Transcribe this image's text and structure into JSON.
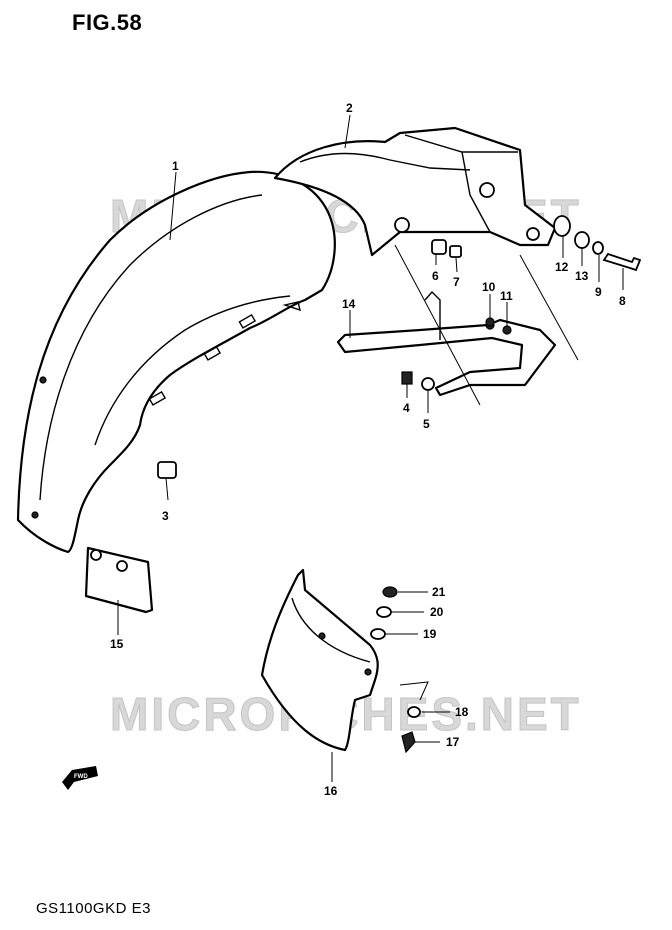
{
  "figure": {
    "title": "FIG.58",
    "model_code": "GS1100GKD  E3",
    "watermark": "MICROFICHES.NET",
    "fwd_arrow_label": "FWD"
  },
  "callouts": [
    {
      "id": "1",
      "label": "1"
    },
    {
      "id": "2",
      "label": "2"
    },
    {
      "id": "3",
      "label": "3"
    },
    {
      "id": "4",
      "label": "4"
    },
    {
      "id": "5",
      "label": "5"
    },
    {
      "id": "6",
      "label": "6"
    },
    {
      "id": "7",
      "label": "7"
    },
    {
      "id": "8",
      "label": "8"
    },
    {
      "id": "9",
      "label": "9"
    },
    {
      "id": "10",
      "label": "10"
    },
    {
      "id": "11",
      "label": "11"
    },
    {
      "id": "12",
      "label": "12"
    },
    {
      "id": "13",
      "label": "13"
    },
    {
      "id": "14",
      "label": "14"
    },
    {
      "id": "15",
      "label": "15"
    },
    {
      "id": "16",
      "label": "16"
    },
    {
      "id": "17",
      "label": "17"
    },
    {
      "id": "18",
      "label": "18"
    },
    {
      "id": "19",
      "label": "19"
    },
    {
      "id": "20",
      "label": "20"
    },
    {
      "id": "21",
      "label": "21"
    }
  ]
}
